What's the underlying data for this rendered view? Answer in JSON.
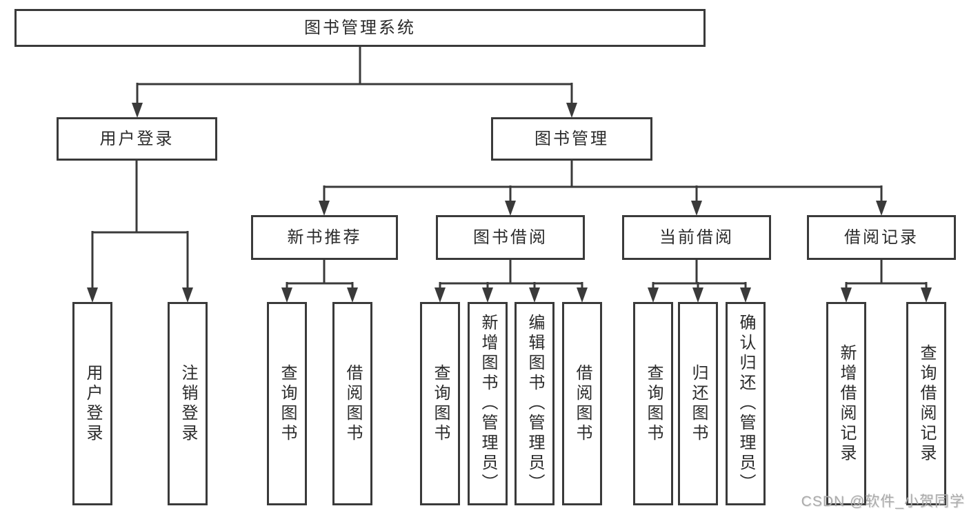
{
  "diagram": {
    "root": {
      "label": "图书管理系统"
    },
    "level2": {
      "user_login": {
        "label": "用户登录"
      },
      "book_management": {
        "label": "图书管理"
      }
    },
    "level3": {
      "new_books": {
        "label": "新书推荐"
      },
      "book_borrowing": {
        "label": "图书借阅"
      },
      "current_borrowing": {
        "label": "当前借阅"
      },
      "borrowing_records": {
        "label": "借阅记录"
      }
    },
    "leaves": {
      "user_login": [
        "用户登录",
        "注销登录"
      ],
      "new_books": [
        "查询图书",
        "借阅图书"
      ],
      "book_borrowing": [
        "查询图书",
        "新增图书（管理员）",
        "编辑图书（管理员）",
        "借阅图书"
      ],
      "current_borrowing": [
        "查询图书",
        "归还图书",
        "确认归还（管理员）"
      ],
      "borrowing_records": [
        "新增借阅记录",
        "查询借阅记录"
      ]
    }
  },
  "watermark": {
    "text": "CSDN @软件_小贺同学"
  },
  "colors": {
    "line": "#3a3a3a",
    "text": "#2b2b2b",
    "box_background": "#ffffff",
    "watermark": "#ababab"
  }
}
